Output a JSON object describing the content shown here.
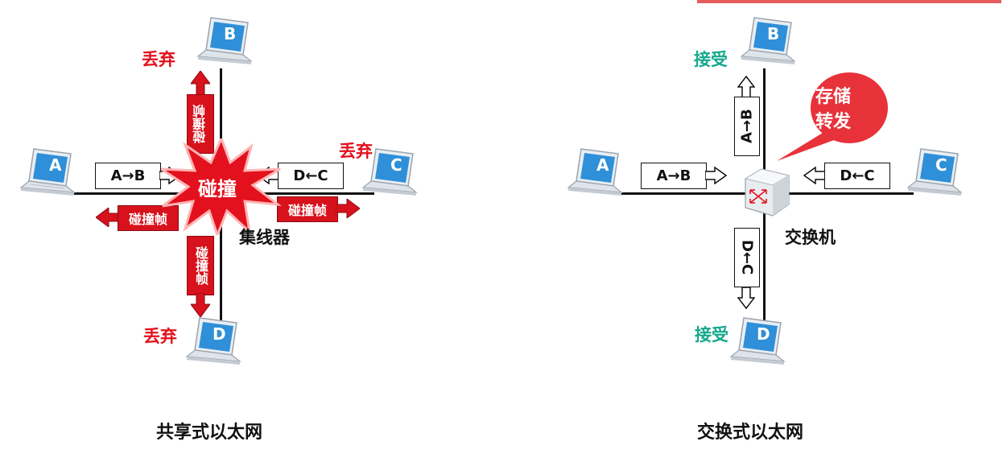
{
  "left": {
    "caption": "共享式以太网",
    "device_label": "集线器",
    "collision_label": "碰撞",
    "collision_frame_label": "碰撞帧",
    "frame_ab": "A→B",
    "frame_dc": "D←C",
    "nodes": {
      "A": "A",
      "B": "B",
      "C": "C",
      "D": "D"
    },
    "status_b": "丢弃",
    "status_c": "丢弃",
    "status_d": "丢弃"
  },
  "right": {
    "caption": "交换式以太网",
    "device_label": "交换机",
    "callout": "存储\n转发",
    "callout_line1": "存储",
    "callout_line2": "转发",
    "frame_ab_h": "A→B",
    "frame_dc_h": "D←C",
    "frame_ab_v": "A→B",
    "frame_dc_v": "D←C",
    "nodes": {
      "A": "A",
      "B": "B",
      "C": "C",
      "D": "D"
    },
    "status_b": "接受",
    "status_d": "接受"
  },
  "colors": {
    "discard": "#e3101d",
    "accept": "#16a88c",
    "collision": "#e3101d",
    "callout": "#e8323a",
    "laptop_screen": "#2f8fd8"
  },
  "icons": [
    "laptop-icon",
    "switch-icon",
    "collision-burst-icon",
    "callout-bubble-icon"
  ]
}
